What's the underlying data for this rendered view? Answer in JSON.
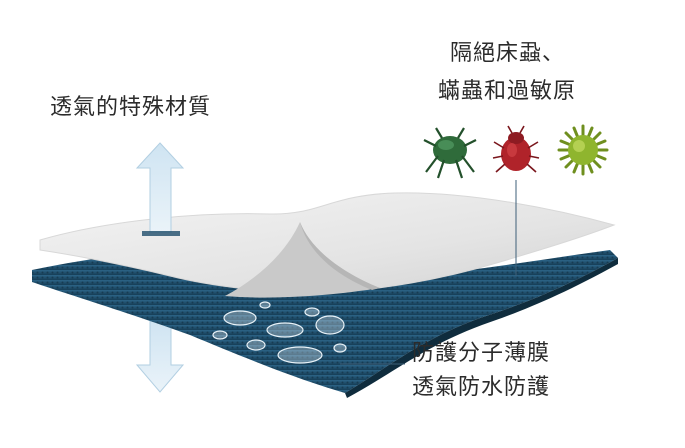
{
  "labels": {
    "breathable": "透氣的特殊材質",
    "barrier_line1": "隔絕床蝨、",
    "barrier_line2": "蟎蟲和過敏原",
    "membrane_line1": "防護分子薄膜",
    "membrane_line2": "透氣防水防護"
  },
  "icons": [
    "dust-mite-icon",
    "bed-bug-icon",
    "allergen-pollen-icon"
  ],
  "colors": {
    "fabric_top": "#e9e9e9",
    "membrane": "#1f4e6b",
    "arrow": "#bcd7ea",
    "mite": "#2f6b3a",
    "bedbug": "#b0232a",
    "pollen": "#8fb52e"
  }
}
